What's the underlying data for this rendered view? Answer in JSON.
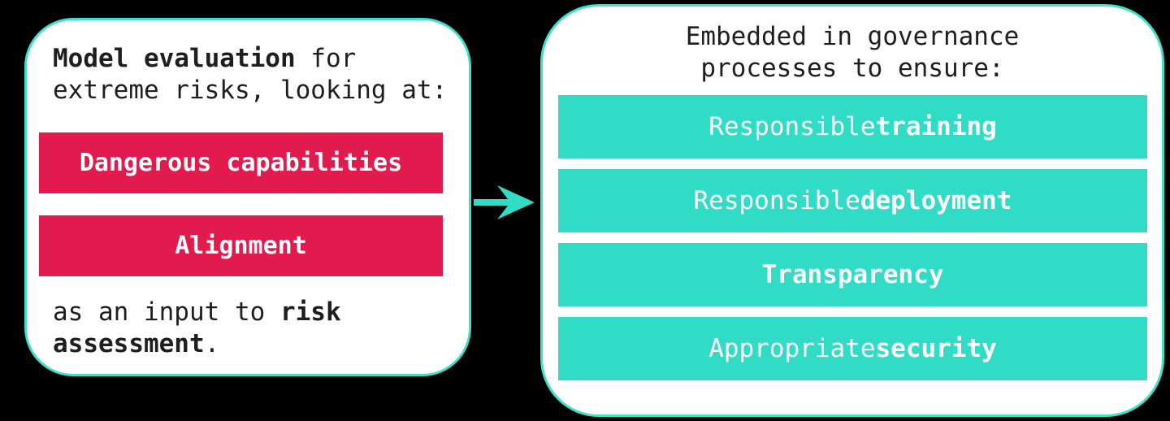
{
  "colors": {
    "teal": "#30DCC5",
    "teal_border": "#3CE0CB",
    "crimson": "#E11B4E",
    "ink": "#1E1E1E",
    "panel_bg": "#FFFFFF",
    "background": "#000000"
  },
  "left_panel": {
    "intro": {
      "line1_bold": "Model evaluation",
      "line1_plain": " for",
      "line2": "extreme risks, looking at:"
    },
    "chips": [
      {
        "label": "Dangerous capabilities"
      },
      {
        "label": "Alignment"
      }
    ],
    "outro": {
      "line1_plain": "as an input to ",
      "line1_bold": "risk",
      "line2_bold": "assessment",
      "line2_plain": "."
    }
  },
  "arrow": {
    "icon": "right-arrow"
  },
  "right_panel": {
    "heading": {
      "line1": "Embedded in governance",
      "line2": "processes to ensure:"
    },
    "bars": [
      {
        "plain": "Responsible ",
        "bold": "training"
      },
      {
        "plain": "Responsible ",
        "bold": "deployment"
      },
      {
        "plain": "",
        "bold": "Transparency"
      },
      {
        "plain": "Appropriate ",
        "bold": "security"
      }
    ]
  }
}
